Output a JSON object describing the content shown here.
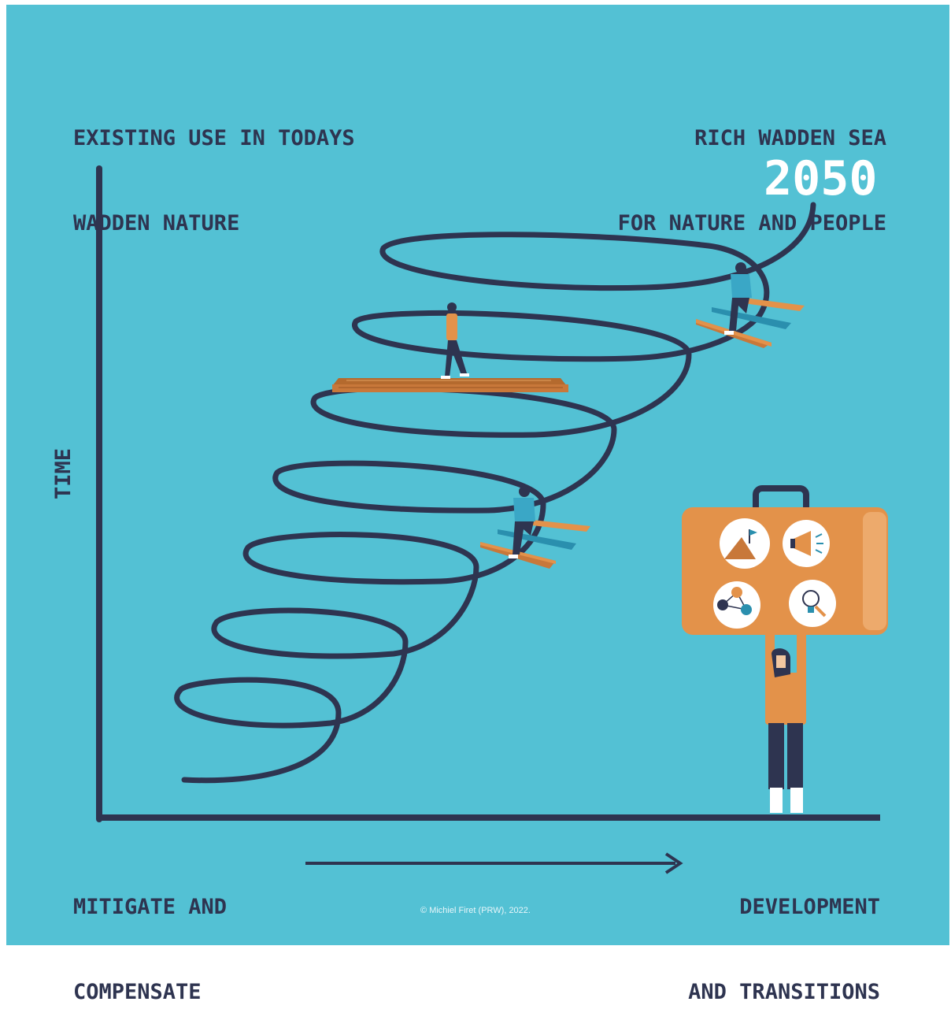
{
  "top_left": {
    "line1": "EXISTING USE IN TODAYS",
    "line2": "WADDEN NATURE"
  },
  "top_right": {
    "line1": "RICH WADDEN SEA",
    "line2": "FOR NATURE AND PEOPLE"
  },
  "year": "2050",
  "y_axis_label": "TIME",
  "bottom_left": {
    "line1": "MITIGATE AND",
    "line2": "COMPENSATE"
  },
  "bottom_right": {
    "line1": "DEVELOPMENT",
    "line2": "AND TRANSITIONS"
  },
  "credit": "© Michiel Firet (PRW), 2022.",
  "icons": [
    "mountain-flag-icon",
    "megaphone-icon",
    "network-people-icon",
    "lightbulb-icon"
  ],
  "colors": {
    "background": "#53c1d4",
    "ink": "#2e3450",
    "orange": "#e3924a",
    "wood": "#c8783a",
    "teal_plank": "#2a8fae",
    "white": "#ffffff"
  }
}
